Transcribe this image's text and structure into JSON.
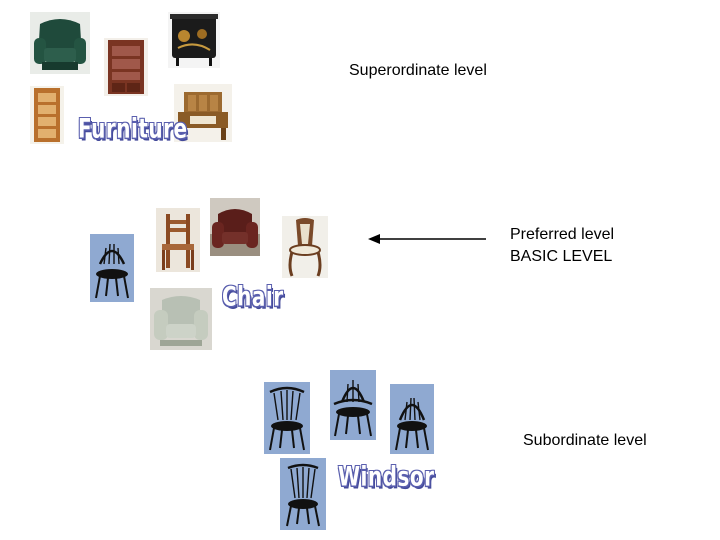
{
  "labels": {
    "superordinate": "Superordinate level",
    "preferred": "Preferred level",
    "basic": "BASIC LEVEL",
    "subordinate": "Subordinate level"
  },
  "words": {
    "furniture": "Furniture",
    "chair": "Chair",
    "windsor": "Windsor"
  },
  "colors": {
    "windsor_bg": "#8fa9d1",
    "word_outline": "#5a5fae"
  }
}
